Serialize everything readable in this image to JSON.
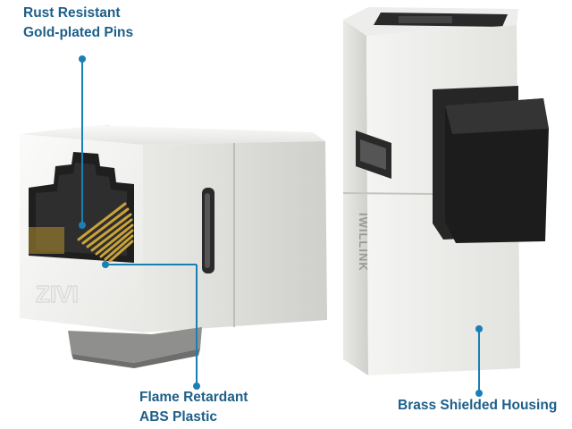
{
  "annotations": {
    "pins": {
      "line1": "Rust Resistant",
      "line2": "Gold-plated Pins"
    },
    "plastic": {
      "line1": "Flame Retardant",
      "line2": "ABS Plastic"
    },
    "housing": {
      "line1": "Brass Shielded Housing"
    }
  },
  "product": {
    "brand_text": "IWILLINK"
  },
  "colors": {
    "callout": "#1a7fb5",
    "label_text": "#1d5f8a",
    "body_white": "#f2f2f0",
    "body_shadow": "#d6d6d3",
    "latch_black": "#1c1c1c",
    "gold_pins": "#c9a23a"
  }
}
